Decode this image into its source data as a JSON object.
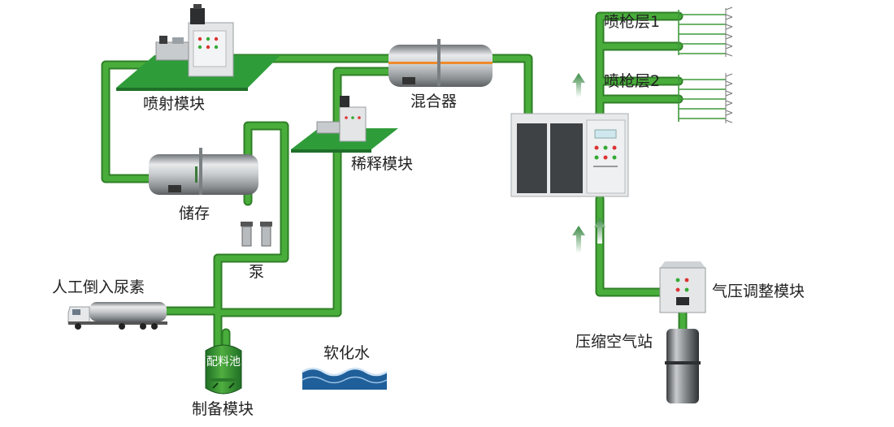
{
  "labels": {
    "spray_module": "喷射模块",
    "mixer": "混合器",
    "dilution_module": "稀释模块",
    "storage": "储存",
    "pump": "泵",
    "manual_urea": "人工倒入尿素",
    "mixing_tank": "配料池",
    "prep_module": "制备模块",
    "soft_water": "软化水",
    "spray_layer_1": "喷枪层1",
    "spray_layer_2": "喷枪层2",
    "pressure_module": "气压调整模块",
    "air_station": "压缩空气站"
  },
  "colors": {
    "pipe": "#43a337",
    "pipe_dark": "#2f7f27",
    "platform": "#2f9c3a",
    "platform_dark": "#1f6f29",
    "arrow": "#3f8f4a",
    "water": "#1f5f9a",
    "cabinet": "#e7e9ea",
    "panel_dark": "#3f4244",
    "steel": "#b9bdc0"
  },
  "icons": {
    "truck": "tanker-truck-icon",
    "spray": "spray-nozzle-icon"
  }
}
